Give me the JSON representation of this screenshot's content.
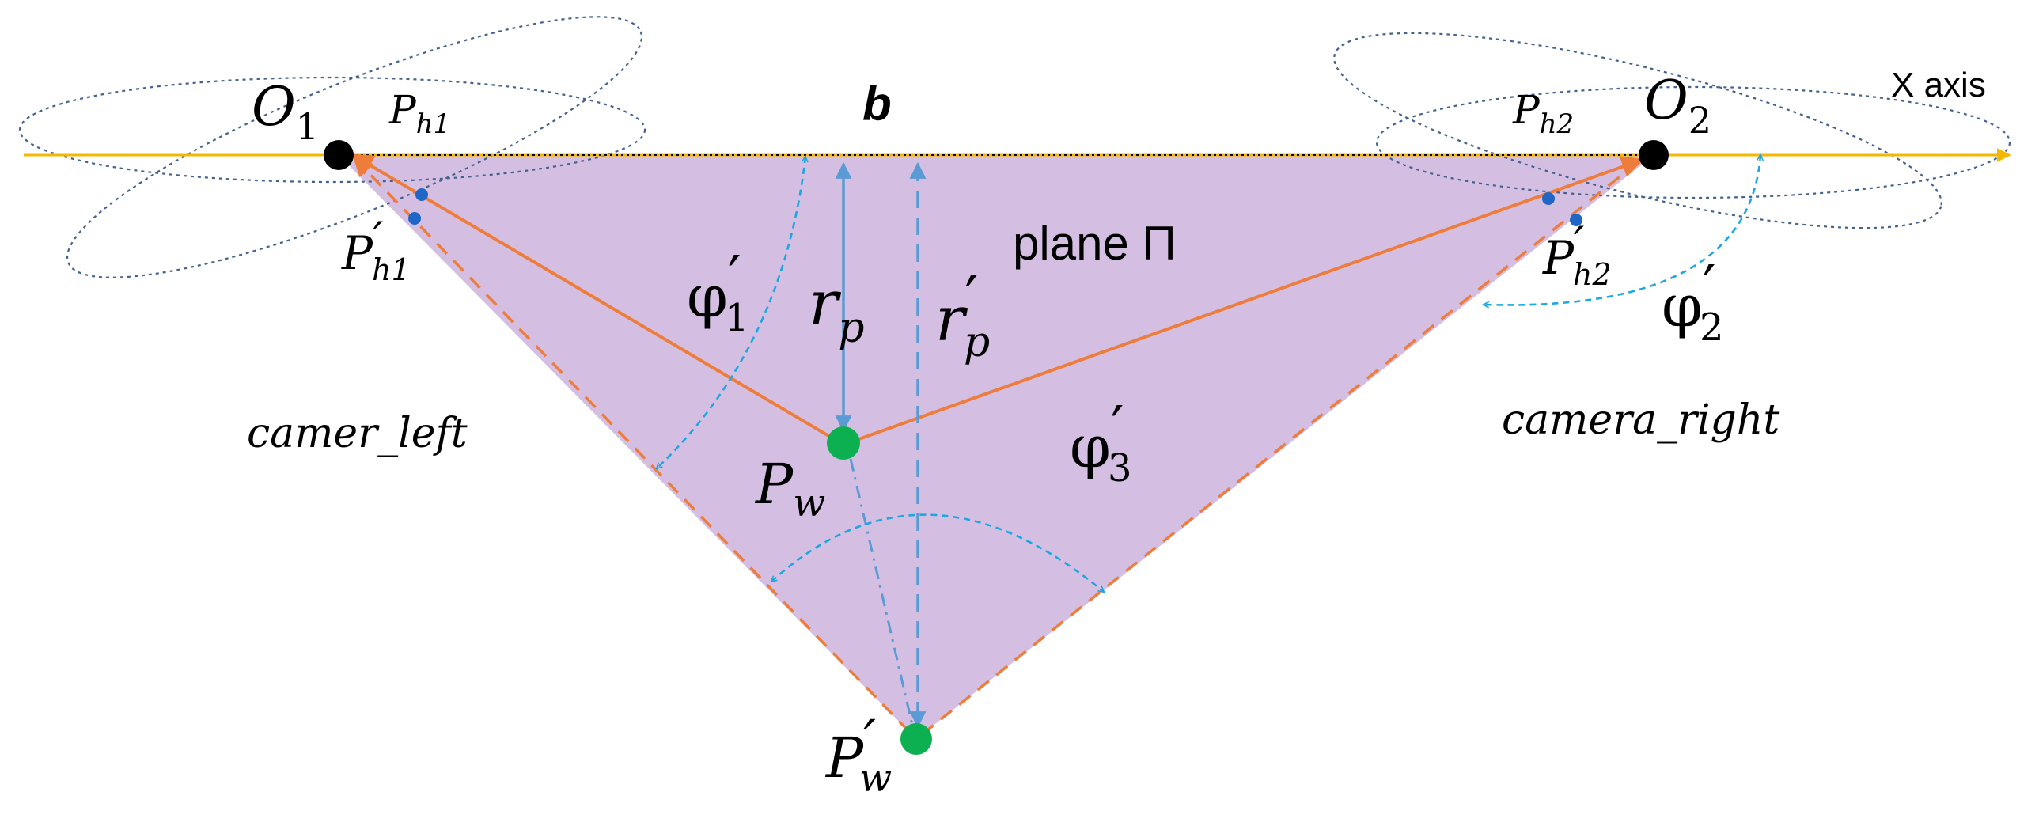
{
  "colors": {
    "plane_fill": "#d4bfe3",
    "axis": "#f5b800",
    "orange": "#ee7d3b",
    "ellipse": "#44618f",
    "arc": "#1ba7e3",
    "blue_line": "#5b9bd5",
    "green": "#0cb050",
    "black": "#000000",
    "dot": "#1f66c7"
  },
  "labels": {
    "x_axis": "X axis",
    "baseline": "b",
    "plane": "plane Π",
    "o1": {
      "base": "O",
      "sub": "1"
    },
    "o2": {
      "base": "O",
      "sub": "2"
    },
    "ph1": {
      "base": "P",
      "sub": "h1"
    },
    "ph2": {
      "base": "P",
      "sub": "h2"
    },
    "ph1_prime": {
      "base": "P",
      "prime": "′",
      "sub": "h1"
    },
    "ph2_prime": {
      "base": "P",
      "prime": "′",
      "sub": "h2"
    },
    "phi1": {
      "base": "φ",
      "prime": "′",
      "sub": "1"
    },
    "phi2": {
      "base": "φ",
      "prime": "′",
      "sub": "2"
    },
    "phi3": {
      "base": "φ",
      "prime": "′",
      "sub": "3"
    },
    "rp": {
      "base": "r",
      "sub": "p"
    },
    "rp_prime": {
      "base": "r",
      "prime": "′",
      "sub": "p"
    },
    "pw": {
      "base": "P",
      "sub": "w"
    },
    "pw_prime": {
      "base": "P",
      "prime": "′",
      "sub": "w"
    },
    "camera_left": "camer_left",
    "camera_right": "camera_right"
  }
}
